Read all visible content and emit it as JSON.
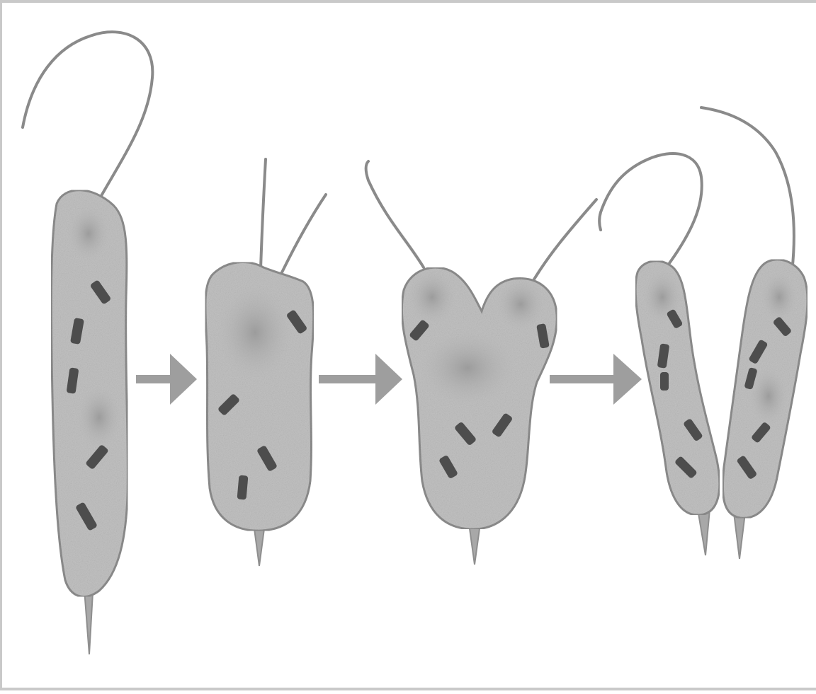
{
  "figure": {
    "stages": [
      {
        "name": "stage-1-single-cell",
        "flagella": 1
      },
      {
        "name": "stage-2-two-flagella",
        "flagella": 2
      },
      {
        "name": "stage-3-dividing-cell",
        "flagella": 2
      },
      {
        "name": "stage-4-daughter-cells",
        "cells": 2
      }
    ],
    "arrows": 3,
    "colors": {
      "cell_fill": "#c2c2c2",
      "cell_outline": "#8e8e8e",
      "cell_dark": "#9a9a9a",
      "chloroplast": "#4d4d4d",
      "flagellum": "#8a8a8a",
      "arrow": "#9e9e9e",
      "background": "#ffffff"
    }
  }
}
